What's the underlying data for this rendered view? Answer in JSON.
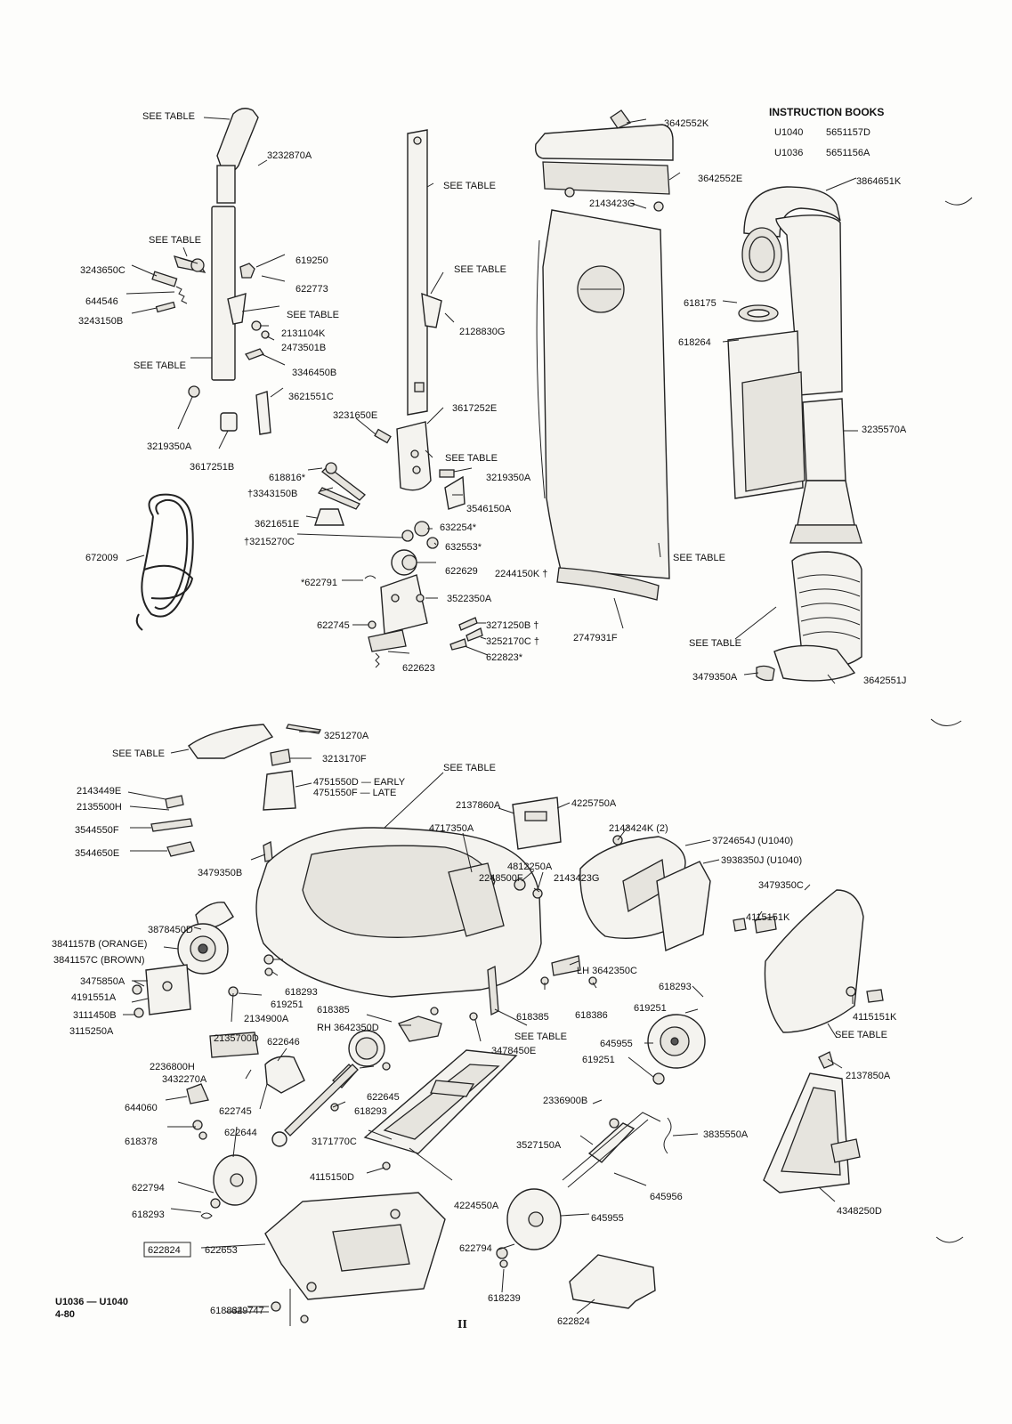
{
  "instruction_books": {
    "title": "INSTRUCTION BOOKS",
    "rows": [
      {
        "model": "U1040",
        "number": "5651157D"
      },
      {
        "model": "U1036",
        "number": "5651156A"
      }
    ]
  },
  "footer": {
    "models": "U1036 — U1040",
    "date": "4-80",
    "page": "II"
  },
  "boxed_part": "622824",
  "labels": [
    "SEE TABLE",
    "3232870A",
    "SEE TABLE",
    "3243650C",
    "619250",
    "622773",
    "644546",
    "SEE TABLE",
    "3243150B",
    "2131104K",
    "2473501B",
    "SEE TABLE",
    "3346450B",
    "3621551C",
    "3219350A",
    "3617251B",
    "SEE TABLE",
    "SEE TABLE",
    "2128830G",
    "3231650E",
    "3617252E",
    "SEE TABLE",
    "3219350A",
    "618816*",
    "†3343150B",
    "3546150A",
    "3621651E",
    "632254*",
    "†3215270C",
    "632553*",
    "622629",
    "2244150K †",
    "*622791",
    "3522350A",
    "622745",
    "3271250B †",
    "3252170C †",
    "622823*",
    "622623",
    "672009",
    "3642552K",
    "3642552E",
    "2143423G",
    "SEE TABLE",
    "2747931F",
    "3864651K",
    "618175",
    "618264",
    "3235570A",
    "SEE TABLE",
    "3479350A",
    "3642551J",
    "3251270A",
    "SEE TABLE",
    "3213170F",
    "4751550D — EARLY",
    "4751550F — LATE",
    "SEE TABLE",
    "2143449E",
    "2135500H",
    "3544550F",
    "3544650E",
    "3479350B",
    "2137860A",
    "4225750A",
    "4717350A",
    "4812250A",
    "2248500F",
    "2143423G",
    "2143424K (2)",
    "3724654J (U1040)",
    "3938350J (U1040)",
    "3479350C",
    "4115151K",
    "3878450D",
    "3841157B (ORANGE)",
    "3841157C (BROWN)",
    "3475850A",
    "4191551A",
    "3111450B",
    "3115250A",
    "618293",
    "619251",
    "2134900A",
    "618385",
    "LH 3642350C",
    "618385",
    "618386",
    "SEE TABLE",
    "618293",
    "619251",
    "4115151K",
    "SEE TABLE",
    "RH 3642350D",
    "3478450E",
    "645955",
    "619251",
    "2135700D",
    "622646",
    "2236800H",
    "3432270A",
    "622645",
    "644060",
    "622745",
    "618293",
    "622644",
    "618378",
    "3171770C",
    "2336900B",
    "3527150A",
    "3835550A",
    "2137850A",
    "4115150D",
    "4224550A",
    "645956",
    "622794",
    "618293",
    "645955",
    "4348250D",
    "622653",
    "622794",
    "629747",
    "618239",
    "618834",
    "622824"
  ]
}
